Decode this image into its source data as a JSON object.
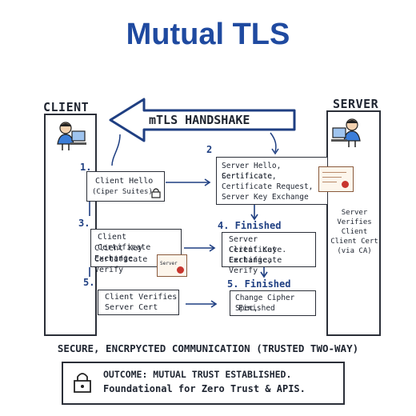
{
  "title": "Mutual TLS",
  "lanes": {
    "client": "CLIENT",
    "server": "SERVER"
  },
  "banner": "mTLS HANDSHAKE",
  "steps": {
    "s1": {
      "num": "1.",
      "lines": [
        "Client Hello",
        "(Ciper Suites)"
      ]
    },
    "s2": {
      "num": "2",
      "lines": [
        "Server Hello, Sertificate",
        "Certificate,",
        "Certificate Request,",
        "Server Key Exchange"
      ]
    },
    "s3": {
      "num": "3.",
      "lines": [
        "Client Certificate",
        "Client Key Exchange",
        "Certificate Verify"
      ]
    },
    "s4": {
      "num": "4. Finished",
      "lines": [
        "Server Certificate.",
        "Client Key Exchange,",
        "Certificate Verify"
      ]
    },
    "s5a": {
      "num": "5.",
      "lines": [
        "Client Verifies",
        "Server Cert"
      ]
    },
    "s5b": {
      "num": "5. Finished",
      "lines": [
        "Change Cipher Spec,",
        "Finished"
      ]
    }
  },
  "server_note": [
    "Server",
    "Verifies Client",
    "Client Cert",
    "(via CA)"
  ],
  "cert_label": "Server",
  "secure_line": "SECURE, ENCRPYCTED COMMUNICATION (TRUSTED TWO-WAY)",
  "outcome": {
    "line1": "OUTCOME: MUTUAL TRUST ESTABLISHED.",
    "line2": "Foundational for Zero Trust & APIS."
  },
  "colors": {
    "title": "#1f4aa0",
    "arrow": "#1f3f82",
    "check": "#3aa335",
    "seal": "#c8352e"
  },
  "icons": [
    "user-at-computer-icon",
    "lock-icon",
    "certificate-icon",
    "checkmark-icon",
    "handshake-arrow-icon"
  ]
}
